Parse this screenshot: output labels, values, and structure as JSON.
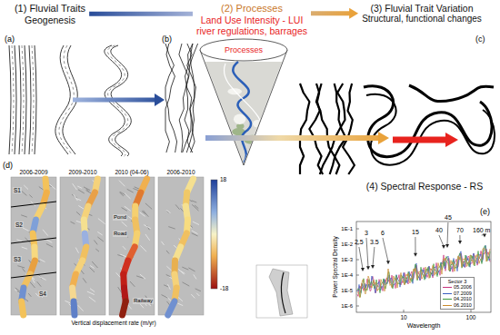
{
  "diagram": {
    "nodes": [
      {
        "text": [
          "(1) Fluvial Traits",
          "Geogenesis"
        ]
      },
      {
        "text": [
          "(2) Processes",
          "Land Use Intensity - LUI",
          "river regulations, barrages"
        ]
      },
      {
        "text": [
          "(3) Fluvial Trait Variation",
          "Structural, functional changes"
        ]
      },
      {
        "text": [
          "(4) Spectral Response - RS"
        ]
      }
    ],
    "edges": [
      {
        "from": 0,
        "to": 1,
        "arrow": "none"
      },
      {
        "from": 1,
        "to": 2,
        "arrow": "to"
      }
    ],
    "labels": [
      "(a)",
      "(b)",
      "Processes",
      "(c)",
      "(d)",
      "2006-2009",
      "2009-2010",
      "2010 (04-06)",
      "2006-2010",
      "S1",
      "S2",
      "S3",
      "S4",
      "Pond",
      "Road",
      "Railway",
      "18",
      "-18",
      "Vertical displacement rate (m/yr)",
      "(e)",
      "1E-1",
      "1E-2",
      "1E-3",
      "1E-4",
      "1E-5",
      "1E-6",
      "10",
      "100",
      "Wavelength",
      "Power Spectral Density",
      "2.5",
      "3",
      "3.5",
      "6",
      "15",
      "40",
      "45",
      "70",
      "160 m",
      "Sector 3"
    ],
    "legend": [
      {
        "text": "05.2006"
      },
      {
        "text": "07.2009"
      },
      {
        "text": "04.2010"
      },
      {
        "text": "06.2010"
      }
    ]
  }
}
